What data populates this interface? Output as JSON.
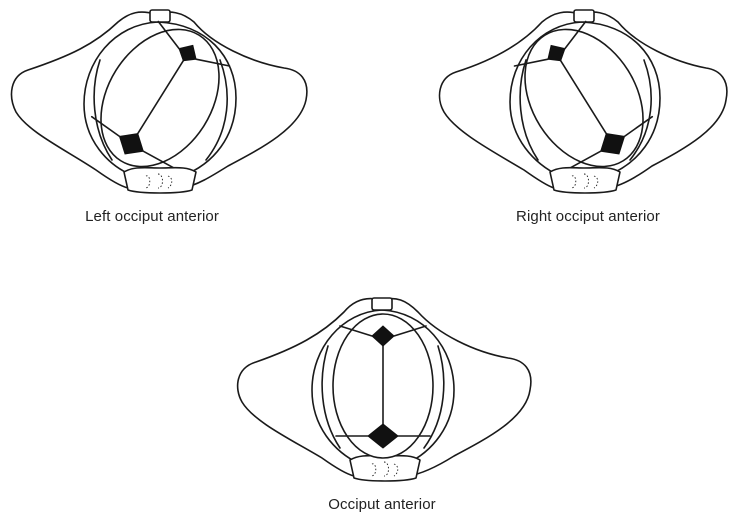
{
  "figure": {
    "panels": [
      {
        "caption": "Left occiput anterior"
      },
      {
        "caption": "Right occiput anterior"
      },
      {
        "caption": "Occiput anterior"
      }
    ]
  }
}
